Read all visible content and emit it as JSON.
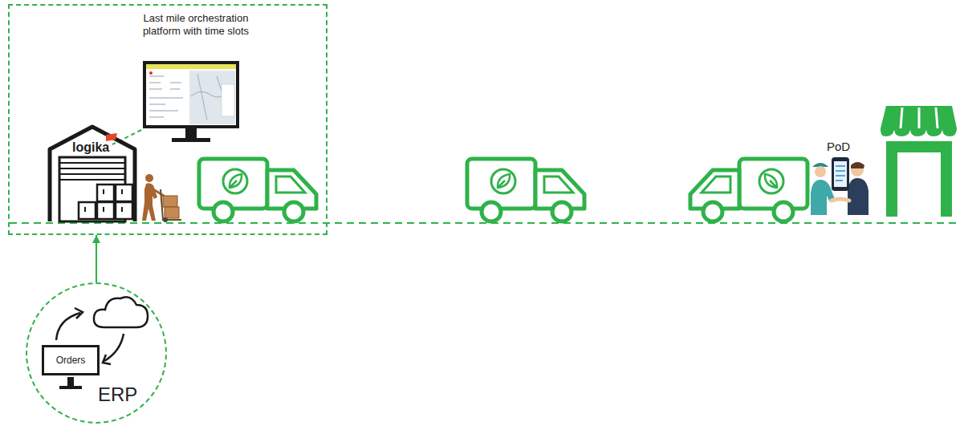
{
  "diagram": {
    "nodes": [
      {
        "text": [
          "Last mile orchestration platform with time slots"
        ]
      },
      {
        "text": [
          "ERP"
        ]
      },
      {
        "text": [
          "Orders"
        ],
        "in": 1
      }
    ],
    "edges": [
      {
        "from": 1,
        "to": 0,
        "arrow": "to"
      }
    ],
    "labels": [
      "logika",
      "PoD"
    ]
  }
}
